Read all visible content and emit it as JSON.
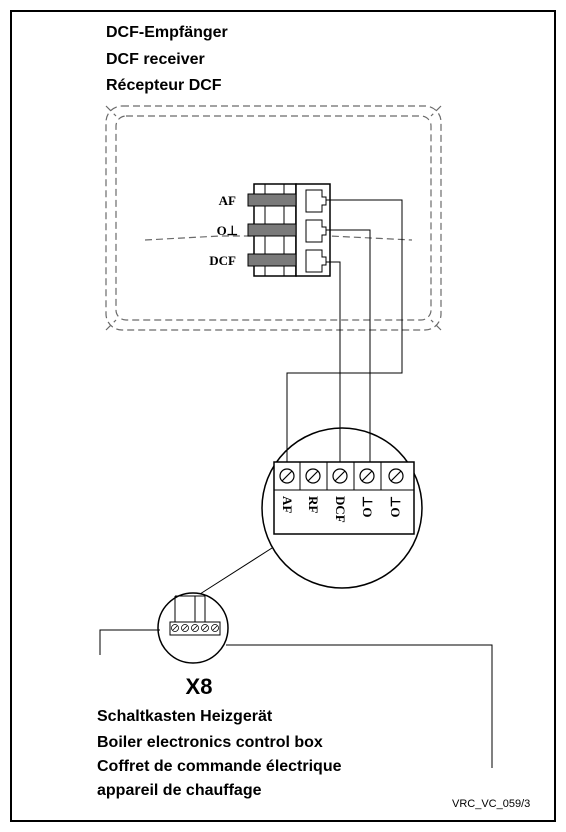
{
  "receiver_title": [
    "DCF-Empfänger",
    "DCF receiver",
    "Récepteur DCF"
  ],
  "receiver_terminals": [
    "AF",
    "O⊥",
    "DCF"
  ],
  "board_terminals": [
    "AF",
    "RF",
    "DCF",
    "⊥O",
    "⊥O"
  ],
  "connector_label": "X8",
  "control_box_title": [
    "Schaltkasten Heizgerät",
    "Boiler electronics control box",
    "Coffret de commande électrique",
    "appareil de chauffage"
  ],
  "figure_code": "VRC_VC_059/3",
  "colors": {
    "line": "#000000",
    "dashed": "#6a6a6a",
    "terminal_fill": "#7a7a7a",
    "background": "#ffffff"
  }
}
